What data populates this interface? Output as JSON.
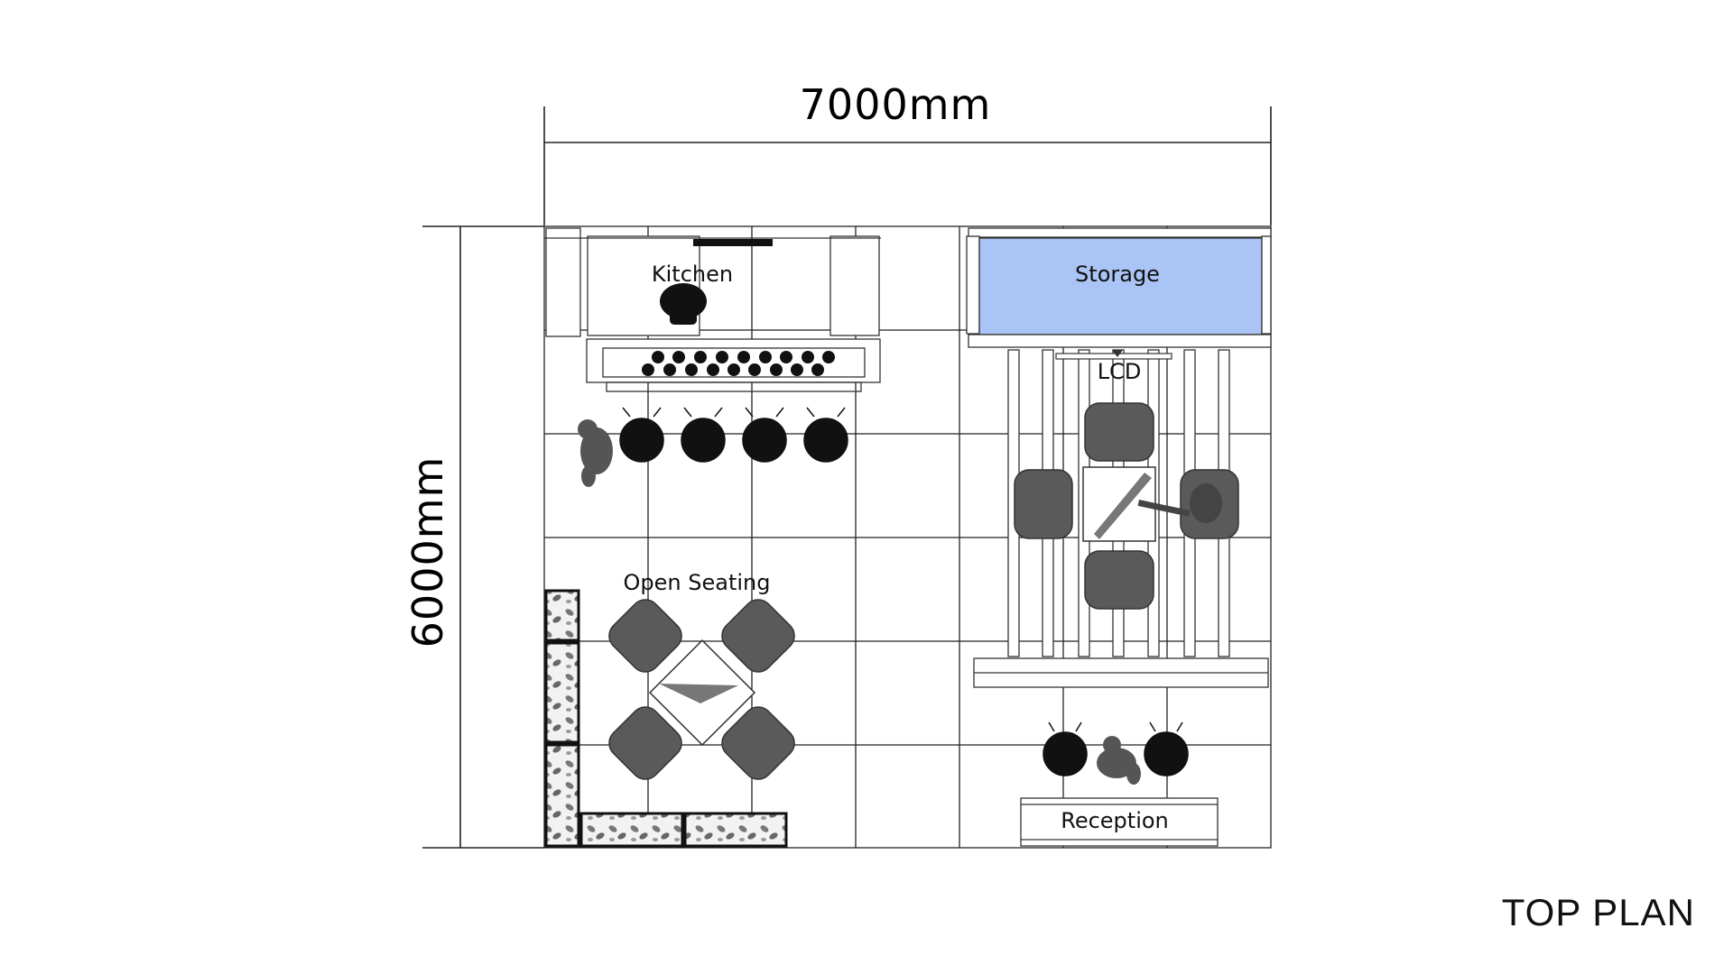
{
  "dimensions": {
    "width": "7000mm",
    "height": "6000mm"
  },
  "labels": {
    "kitchen": "Kitchen",
    "storage": "Storage",
    "lcd": "LCD",
    "open_seating": "Open Seating",
    "reception": "Reception"
  },
  "sheet_title": "TOP PLAN",
  "colors": {
    "storage_fill": "#aac4f5",
    "line": "#333333",
    "furniture": "#5a5a5a"
  },
  "grid": {
    "columns": 7,
    "rows": 6
  }
}
